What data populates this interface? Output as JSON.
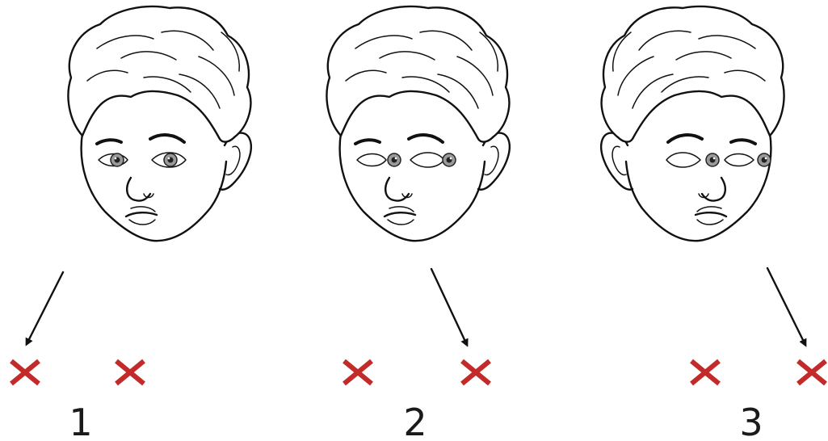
{
  "panels": [
    {
      "label": "1",
      "gaze": "left",
      "target_marker": 1,
      "ear_side": "right"
    },
    {
      "label": "2",
      "gaze": "right",
      "target_marker": 2,
      "ear_side": "right"
    },
    {
      "label": "3",
      "gaze": "right",
      "target_marker": 2,
      "ear_side": "left"
    }
  ],
  "colors": {
    "cross": "#c32a2a",
    "line": "#111111",
    "iris": "#9a9a9a"
  }
}
